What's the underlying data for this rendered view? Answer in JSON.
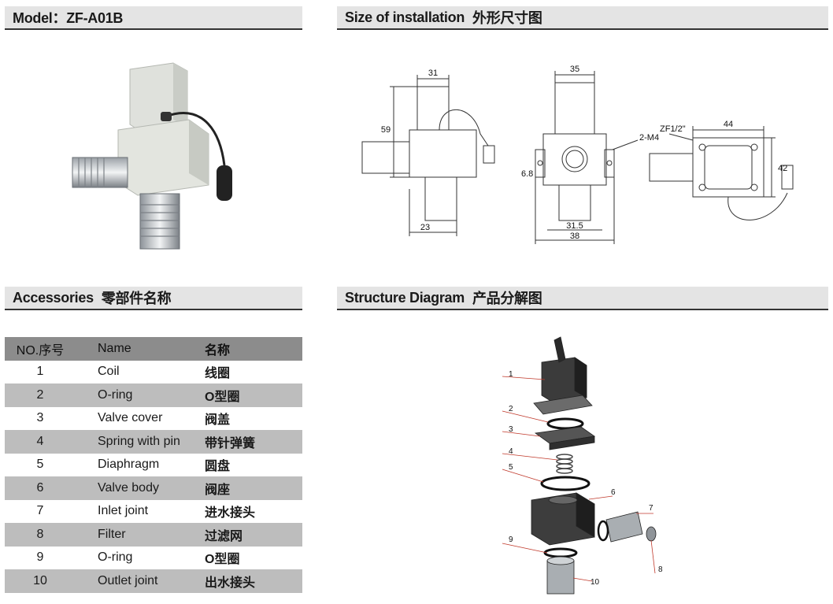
{
  "headers": {
    "model_label": "Model：ZF-A01B",
    "size_en": "Size of installation",
    "size_cn": "外形尺寸图",
    "acc_en": "Accessories",
    "acc_cn": "零部件名称",
    "struct_en": "Structure Diagram",
    "struct_cn": "产品分解图"
  },
  "table": {
    "columns": [
      "NO.序号",
      "Name",
      "名称"
    ],
    "rows": [
      {
        "no": "1",
        "en": "Coil",
        "cn": "线圈"
      },
      {
        "no": "2",
        "en": "O-ring",
        "cn": "O型圈"
      },
      {
        "no": "3",
        "en": "Valve cover",
        "cn": "阀盖"
      },
      {
        "no": "4",
        "en": "Spring with pin",
        "cn": "带针弹簧"
      },
      {
        "no": "5",
        "en": "Diaphragm",
        "cn": "圆盘"
      },
      {
        "no": "6",
        "en": "Valve body",
        "cn": "阀座"
      },
      {
        "no": "7",
        "en": "Inlet joint",
        "cn": "进水接头"
      },
      {
        "no": "8",
        "en": "Filter",
        "cn": "过滤网"
      },
      {
        "no": "9",
        "en": "O-ring",
        "cn": "O型圈"
      },
      {
        "no": "10",
        "en": "Outlet joint",
        "cn": "出水接头"
      }
    ]
  },
  "dimensions": {
    "d31": "31",
    "d59": "59",
    "d23": "23",
    "d35": "35",
    "d2m4": "2-M4",
    "d68": "6.8",
    "d315": "31.5",
    "d38": "38",
    "dzf": "ZF1/2\"",
    "d44": "44",
    "d42": "42"
  },
  "explode_labels": [
    "1",
    "2",
    "3",
    "4",
    "5",
    "6",
    "7",
    "8",
    "9",
    "10"
  ]
}
